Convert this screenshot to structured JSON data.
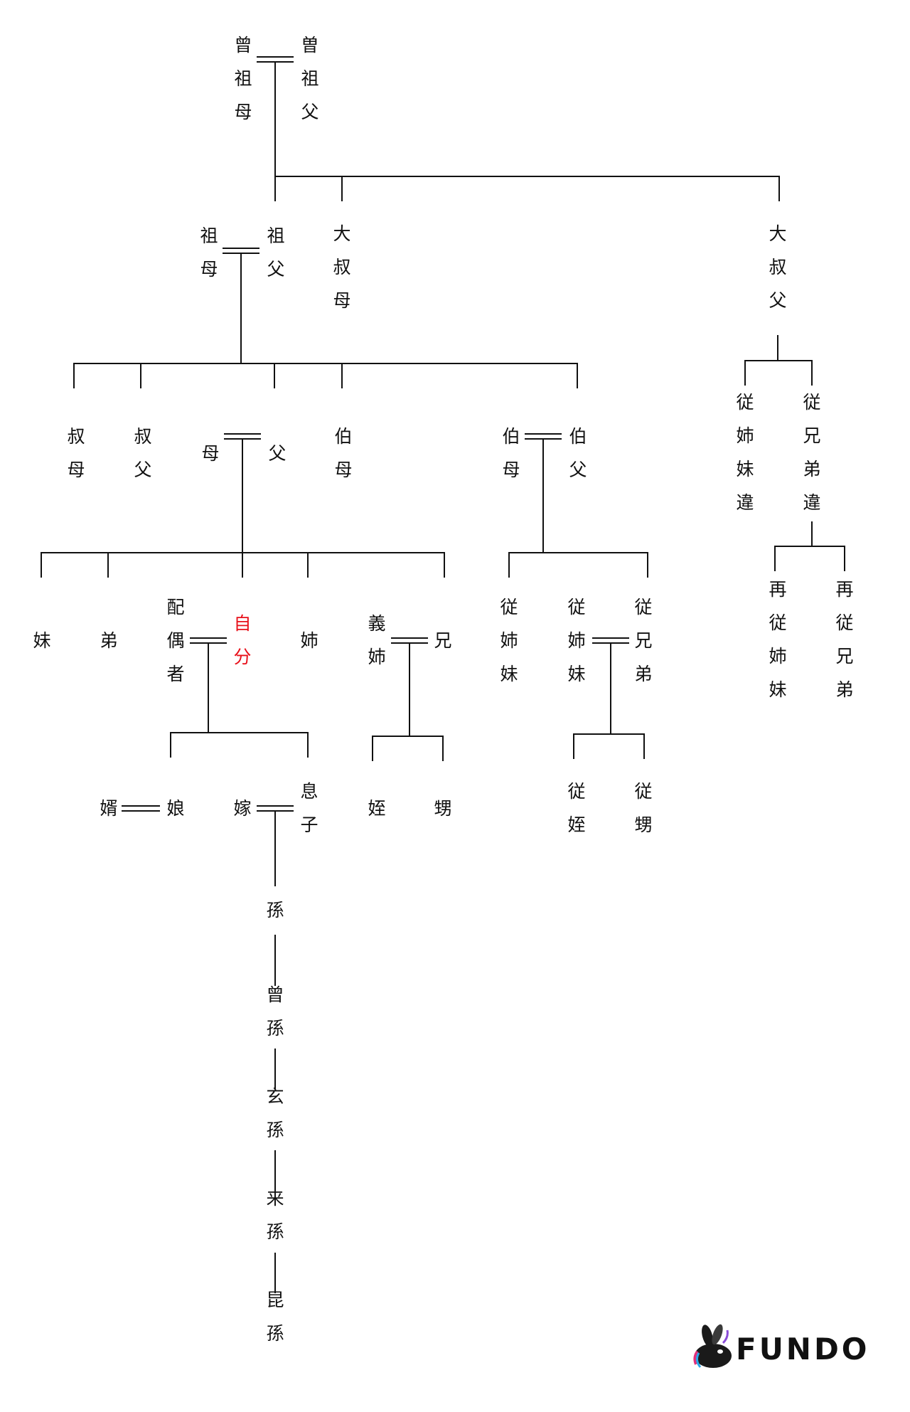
{
  "people": {
    "great_grandmother": "曾祖母",
    "great_grandfather": "曽祖父",
    "grandmother": "祖母",
    "grandfather": "祖父",
    "great_aunt": "大叔母",
    "great_uncle": "大叔父",
    "aunt_younger": "叔母",
    "uncle_younger": "叔父",
    "mother": "母",
    "father": "父",
    "aunt_elder": "伯母",
    "aunt_elder_by_marriage": "伯母",
    "uncle_elder": "伯父",
    "second_cousin_female": "従姉妹違",
    "second_cousin_male": "従兄弟違",
    "younger_sister": "妹",
    "younger_brother": "弟",
    "spouse": "配偶者",
    "self": "自分",
    "elder_sister": "姉",
    "sister_in_law": "義姉",
    "elder_brother": "兄",
    "cousin_female_1": "従姉妹",
    "cousin_female_2": "従姉妹",
    "cousin_male": "従兄弟",
    "third_cousin_female": "再従姉妹",
    "third_cousin_male": "再従兄弟",
    "son_in_law": "婿",
    "daughter": "娘",
    "daughter_in_law": "嫁",
    "son": "息子",
    "niece": "姪",
    "nephew": "甥",
    "cousin_niece": "従姪",
    "cousin_nephew": "従甥",
    "grandchild": "孫",
    "great_grandchild": "曾孫",
    "great_great_grandchild": "玄孫",
    "gen5_grandchild": "来孫",
    "gen6_grandchild": "昆孫"
  },
  "self_color": "#e8101a",
  "line_color": "#111111",
  "logo": {
    "text": "FUNDO",
    "icon": "rabbit-icon"
  }
}
